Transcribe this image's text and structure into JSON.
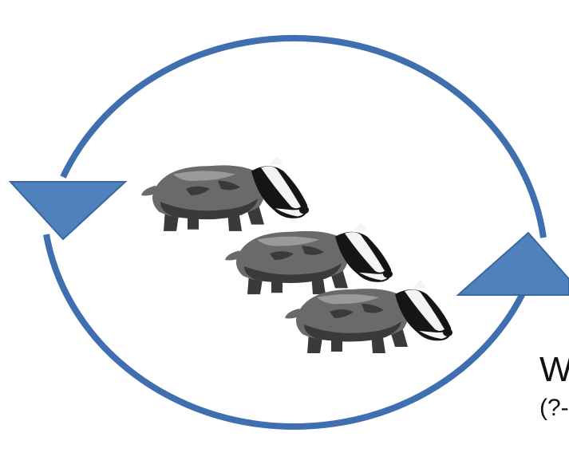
{
  "diagram": {
    "kind": "life-cycle",
    "colors": {
      "cycle_stroke": "#3f6faf",
      "arrowhead_fill": "#4f81bd",
      "arrowhead_stroke": "#3a679c",
      "badger_body_dark": "#3a3a3a",
      "badger_body_mid": "#6a6a6a",
      "badger_body_light": "#9a9a9a",
      "badger_face_black": "#151515",
      "badger_face_white": "#f4f4f4"
    },
    "arrows": [
      {
        "name": "left",
        "direction": "down"
      },
      {
        "name": "right",
        "direction": "up"
      }
    ],
    "badgers": {
      "count": 3,
      "icon": "badger-icon"
    },
    "labels": {
      "main": "W",
      "sub": "(?-"
    }
  }
}
